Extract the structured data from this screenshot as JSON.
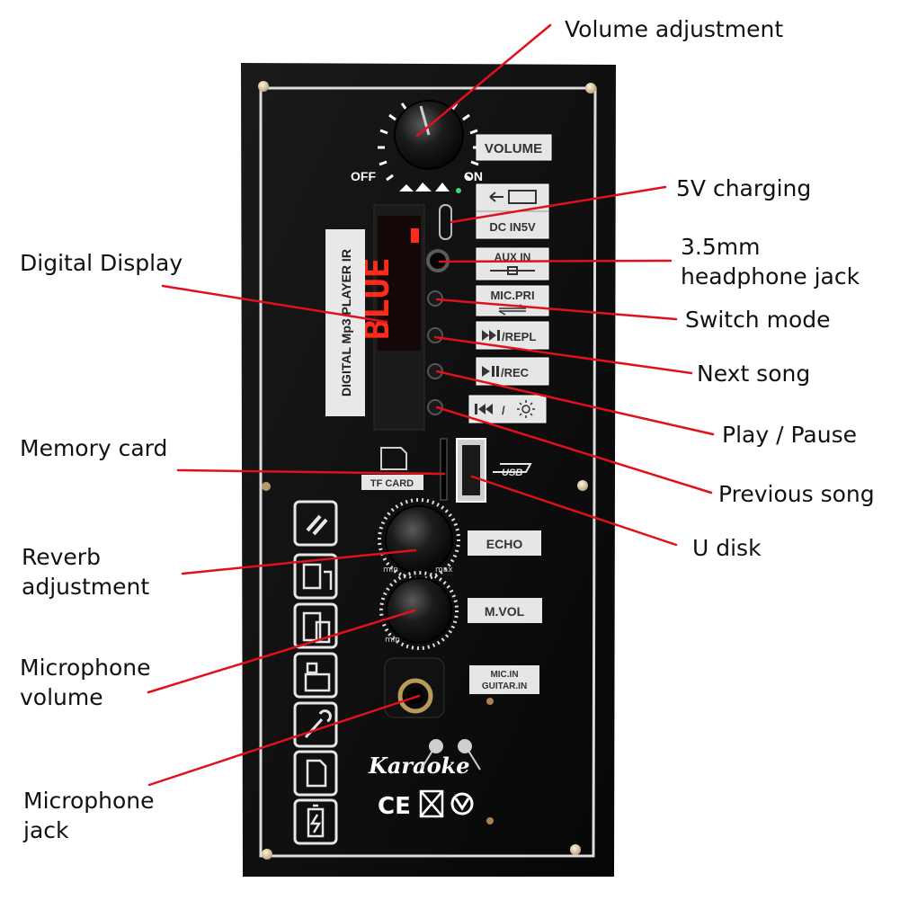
{
  "callouts": {
    "volume_adjustment": "Volume adjustment",
    "charging_5v": "5V charging",
    "headphone_jack_line1": "3.5mm",
    "headphone_jack_line2": "headphone jack",
    "switch_mode": "Switch mode",
    "next_song": "Next song",
    "play_pause": "Play / Pause",
    "previous_song": "Previous song",
    "u_disk": "U disk",
    "digital_display": "Digital Display",
    "memory_card": "Memory card",
    "reverb_line1": "Reverb",
    "reverb_line2": "adjustment",
    "mic_volume_line1": "Microphone",
    "mic_volume_line2": "volume",
    "mic_jack_line1": "Microphone",
    "mic_jack_line2": "jack"
  },
  "panel": {
    "off": "OFF",
    "on": "ON",
    "volume": "VOLUME",
    "dc_in": "DC IN5V",
    "aux_in": "AUX IN",
    "mic_pri": "MIC.PRI",
    "next_repl": "/REPL",
    "play_rec": "/REC",
    "prev_light": "/",
    "player_name": "DIGITAL Mp3 PLAYER IR",
    "display_text": "BLUE",
    "tf_card": "TF CARD",
    "usb": "USB",
    "echo": "ECHO",
    "m_vol": "M.VOL",
    "mic_in": "MIC.IN",
    "guitar_in": "GUITAR.IN",
    "min": "min",
    "max": "max",
    "brand": "Karaoke",
    "ce": "CE"
  },
  "colors": {
    "leader_line": "#e0101c",
    "panel": "#0d0d0d",
    "panel_border": "#dcdcdc",
    "label_box": "#e6e6e6",
    "display_red": "#ff2a1a"
  }
}
